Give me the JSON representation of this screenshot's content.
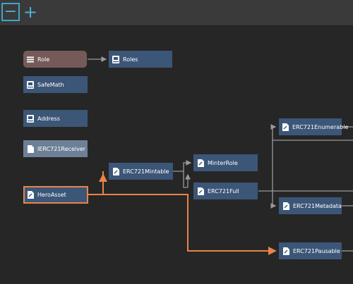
{
  "toolbar": {
    "zoom_out": "−",
    "zoom_in": "+"
  },
  "nodes": {
    "role": "Role",
    "roles": "Roles",
    "safemath": "SafeMath",
    "address": "Address",
    "ierc721receiver": "IERC721Receiver",
    "heroasset": "HeroAsset",
    "erc721mintable": "ERC721Mintable",
    "minterrole": "MinterRole",
    "erc721full": "ERC721Full",
    "erc721enumerable": "ERC721Enumerable",
    "erc721metadata": "ERC721Metadata",
    "erc721pausable": "ERC721Pausable"
  },
  "colors": {
    "node": "#3c5678",
    "struct_node": "#765a5a",
    "interface_node": "#6d8098",
    "highlight": "#e8844a",
    "edge": "#9a9a9a",
    "accent": "#4fb0d6"
  },
  "icons": {
    "role": "list-icon",
    "library": "book-icon",
    "interface": "document-icon",
    "contract": "pen-document-icon"
  }
}
